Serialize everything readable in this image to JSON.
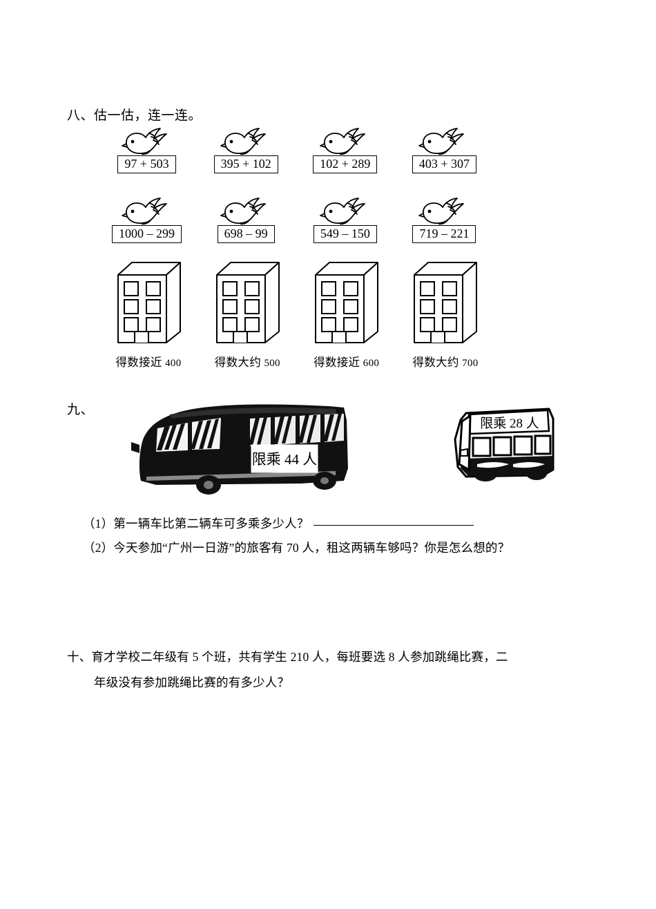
{
  "sections": {
    "eight": {
      "heading": "八、估一估，连一连。",
      "expressions_row1": [
        "97 + 503",
        "395 + 102",
        "102 + 289",
        "403 + 307"
      ],
      "expressions_row2": [
        "1000 – 299",
        "698 – 99",
        "549 – 150",
        "719 – 221"
      ],
      "building_labels": [
        {
          "text": "得数接近",
          "number": "400"
        },
        {
          "text": "得数大约",
          "number": "500"
        },
        {
          "text": "得数接近",
          "number": "600"
        },
        {
          "text": "得数大约",
          "number": "700"
        }
      ],
      "bird_icon": "dove-icon",
      "building_icon": "building-icon"
    },
    "nine": {
      "heading": "九、",
      "bus_large": {
        "label": "限乘 44 人",
        "icon": "large-bus-icon"
      },
      "bus_small": {
        "label": "限乘 28 人",
        "icon": "minibus-icon"
      },
      "question1": "（1）第一辆车比第二辆车可多乘多少人？",
      "question2": "（2）今天参加“广州一日游”的旅客有 70 人，租这两辆车够吗？你是怎么想的？"
    },
    "ten": {
      "line1": "十、育才学校二年级有 5 个班，共有学生 210 人，每班要选 8 人参加跳绳比赛，二",
      "line2": "年级没有参加跳绳比赛的有多少人？"
    }
  },
  "colors": {
    "ink": "#000000",
    "paper": "#ffffff"
  }
}
